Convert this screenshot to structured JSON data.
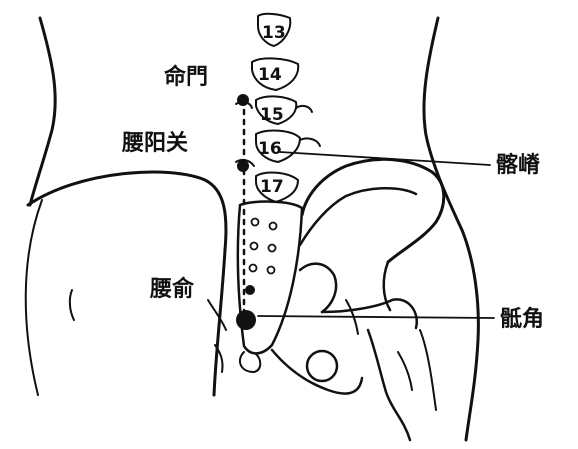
{
  "labels": {
    "mingmen": "命門",
    "yaoyangguan": "腰阳关",
    "yaoshu": "腰俞",
    "iliac_crest": "髂嵴",
    "sacral_horn": "骶角"
  },
  "vertebra_numbers": [
    "13",
    "14",
    "15",
    "16",
    "17"
  ],
  "colors": {
    "ink": "#111111",
    "background": "#ffffff"
  }
}
